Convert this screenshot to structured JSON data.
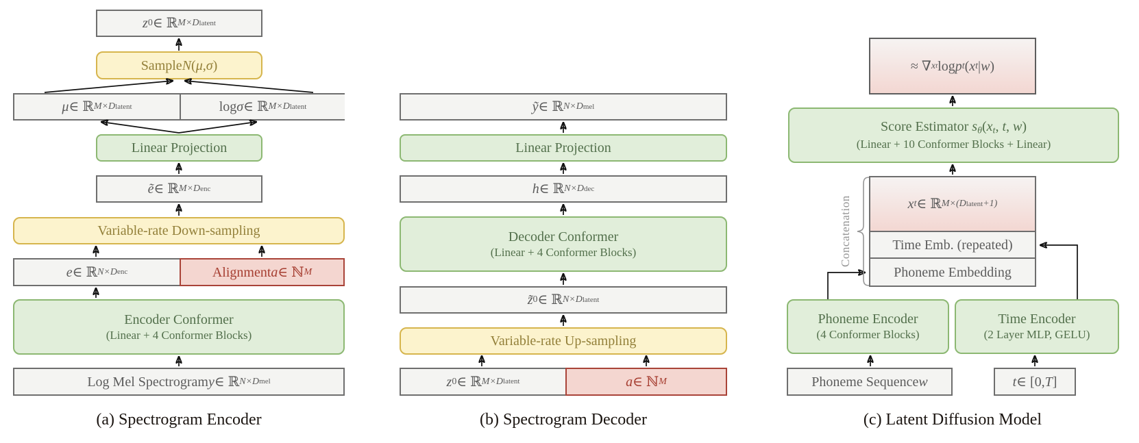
{
  "colors": {
    "gray_fill": "#f4f4f2",
    "gray_border": "#6e6e6e",
    "gray_text": "#5c5c5c",
    "yellow_fill": "#fcf3cd",
    "yellow_border": "#d6b54d",
    "yellow_text": "#93803a",
    "green_fill": "#e1eeda",
    "green_border": "#8cb872",
    "green_text": "#53704c",
    "red_fill": "#f4d6d0",
    "red_border": "#a94338",
    "red_text": "#a63e31",
    "pink_border": "#5d5d5d",
    "line_color": "#111111",
    "muted_text": "#959595"
  },
  "panel_a": {
    "caption": "(a) Spectrogram Encoder",
    "z0": [
      {
        "t": "z",
        "s": "i"
      },
      {
        "t": "0",
        "s": "sub"
      },
      {
        "t": " ∈ ℝ",
        "s": "r"
      },
      {
        "t": "M×D",
        "s": "sup"
      },
      {
        "t": "latent",
        "s": "ss"
      }
    ],
    "sample": [
      {
        "t": "Sample ",
        "s": "r"
      },
      {
        "t": "N",
        "s": "i"
      },
      {
        "t": "(",
        "s": "r"
      },
      {
        "t": "μ",
        "s": "i"
      },
      {
        "t": ", ",
        "s": "r"
      },
      {
        "t": "σ",
        "s": "i"
      },
      {
        "t": ")",
        "s": "r"
      }
    ],
    "mu": [
      {
        "t": "μ",
        "s": "i"
      },
      {
        "t": " ∈ ℝ",
        "s": "r"
      },
      {
        "t": "M×D",
        "s": "sup"
      },
      {
        "t": "latent",
        "s": "ss"
      }
    ],
    "log_sigma": [
      {
        "t": "log ",
        "s": "r"
      },
      {
        "t": "σ",
        "s": "i"
      },
      {
        "t": " ∈ ℝ",
        "s": "r"
      },
      {
        "t": "M×D",
        "s": "sup"
      },
      {
        "t": "latent",
        "s": "ss"
      }
    ],
    "linear_projection": "Linear Projection",
    "e_tilde": [
      {
        "t": "ẽ",
        "s": "i"
      },
      {
        "t": " ∈ ℝ",
        "s": "r"
      },
      {
        "t": "M×D",
        "s": "sup"
      },
      {
        "t": "enc",
        "s": "ss"
      }
    ],
    "down_sampling": "Variable-rate Down-sampling",
    "e": [
      {
        "t": "e",
        "s": "i"
      },
      {
        "t": " ∈ ℝ",
        "s": "r"
      },
      {
        "t": "N×D",
        "s": "sup"
      },
      {
        "t": "enc",
        "s": "ss"
      }
    ],
    "alignment": [
      {
        "t": "Alignment  ",
        "s": "r"
      },
      {
        "t": "a",
        "s": "i"
      },
      {
        "t": " ∈ ℕ",
        "s": "r"
      },
      {
        "t": "M",
        "s": "sup"
      }
    ],
    "encoder_conformer": {
      "title": "Encoder Conformer",
      "subtitle": "(Linear + 4 Conformer Blocks)"
    },
    "log_mel": [
      {
        "t": "Log Mel Spectrogram  ",
        "s": "r"
      },
      {
        "t": "y",
        "s": "i"
      },
      {
        "t": " ∈ ℝ",
        "s": "r"
      },
      {
        "t": "N×D",
        "s": "sup"
      },
      {
        "t": "mel",
        "s": "ss"
      }
    ]
  },
  "panel_b": {
    "caption": "(b) Spectrogram Decoder",
    "y_tilde": [
      {
        "t": "ỹ",
        "s": "i"
      },
      {
        "t": " ∈ ℝ",
        "s": "r"
      },
      {
        "t": "N×D",
        "s": "sup"
      },
      {
        "t": "mel",
        "s": "ss"
      }
    ],
    "linear_projection": "Linear Projection",
    "h": [
      {
        "t": "h",
        "s": "i"
      },
      {
        "t": " ∈ ℝ",
        "s": "r"
      },
      {
        "t": "N×D",
        "s": "sup"
      },
      {
        "t": "dec",
        "s": "ss"
      }
    ],
    "decoder_conformer": {
      "title": "Decoder Conformer",
      "subtitle": "(Linear + 4 Conformer Blocks)"
    },
    "z0_tilde": [
      {
        "t": "z̃",
        "s": "i"
      },
      {
        "t": "0",
        "s": "sub"
      },
      {
        "t": " ∈ ℝ",
        "s": "r"
      },
      {
        "t": "N×D",
        "s": "sup"
      },
      {
        "t": "latent",
        "s": "ss"
      }
    ],
    "up_sampling": "Variable-rate Up-sampling",
    "z0": [
      {
        "t": "z",
        "s": "i"
      },
      {
        "t": "0",
        "s": "sub"
      },
      {
        "t": " ∈ ℝ",
        "s": "r"
      },
      {
        "t": "M×D",
        "s": "sup"
      },
      {
        "t": "latent",
        "s": "ss"
      }
    ],
    "a": [
      {
        "t": "a",
        "s": "i"
      },
      {
        "t": " ∈ ℕ",
        "s": "r"
      },
      {
        "t": "M",
        "s": "sup"
      }
    ]
  },
  "panel_c": {
    "caption": "(c) Latent Diffusion Model",
    "score_output": [
      {
        "t": "≈ ∇",
        "s": "r"
      },
      {
        "t": "x",
        "s": "subi"
      },
      {
        "t": "t",
        "s": "ss2"
      },
      {
        "t": " log ",
        "s": "r"
      },
      {
        "t": "p",
        "s": "i"
      },
      {
        "t": "t",
        "s": "subi"
      },
      {
        "t": "(",
        "s": "r"
      },
      {
        "t": "x",
        "s": "i"
      },
      {
        "t": "t",
        "s": "subi"
      },
      {
        "t": " | ",
        "s": "r"
      },
      {
        "t": "w",
        "s": "i"
      },
      {
        "t": ")",
        "s": "r"
      }
    ],
    "score_estimator": {
      "title": [
        {
          "t": "Score Estimator ",
          "s": "r"
        },
        {
          "t": "s",
          "s": "i"
        },
        {
          "t": "θ",
          "s": "subi"
        },
        {
          "t": "(",
          "s": "r"
        },
        {
          "t": "x",
          "s": "i"
        },
        {
          "t": "t",
          "s": "subi"
        },
        {
          "t": ", ",
          "s": "r"
        },
        {
          "t": "t",
          "s": "i"
        },
        {
          "t": ", ",
          "s": "r"
        },
        {
          "t": "w",
          "s": "i"
        },
        {
          "t": ")",
          "s": "r"
        }
      ],
      "subtitle": "(Linear + 10 Conformer Blocks + Linear)"
    },
    "x_t": [
      {
        "t": "x",
        "s": "i"
      },
      {
        "t": "t",
        "s": "subi"
      },
      {
        "t": " ∈ ℝ",
        "s": "r"
      },
      {
        "t": "M×(D",
        "s": "sup"
      },
      {
        "t": "latent",
        "s": "ss"
      },
      {
        "t": "+1)",
        "s": "sup"
      }
    ],
    "time_emb": "Time Emb. (repeated)",
    "phoneme_emb": "Phoneme Embedding",
    "concatenation": "Concatenation",
    "phoneme_encoder": {
      "title": "Phoneme Encoder",
      "subtitle": "(4 Conformer Blocks)"
    },
    "time_encoder": {
      "title": "Time Encoder",
      "subtitle": "(2 Layer MLP, GELU)"
    },
    "phoneme_seq": [
      {
        "t": "Phoneme Sequence ",
        "s": "r"
      },
      {
        "t": "w",
        "s": "i"
      }
    ],
    "t_range": [
      {
        "t": "t",
        "s": "i"
      },
      {
        "t": " ∈ [0, ",
        "s": "r"
      },
      {
        "t": "T",
        "s": "i"
      },
      {
        "t": "]",
        "s": "r"
      }
    ]
  }
}
